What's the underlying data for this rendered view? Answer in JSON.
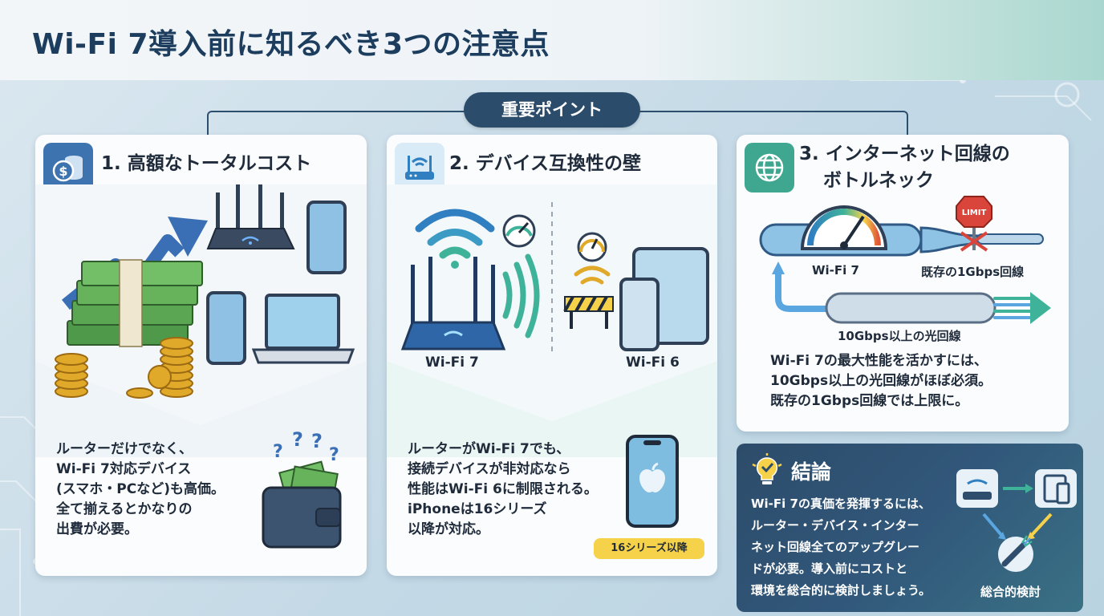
{
  "header": {
    "title": "Wi-Fi 7導入前に知るべき3つの注意点"
  },
  "key_point": {
    "label": "重要ポイント"
  },
  "cards": [
    {
      "title": "1. 高額なトータルコスト",
      "icon": "coin-stack-dollar-icon",
      "body_lines": [
        "ルーターだけでなく、",
        "Wi-Fi 7対応デバイス",
        "(スマホ・PCなど)も高価。",
        "全て揃えるとかなりの",
        "出費が必要。"
      ]
    },
    {
      "title": "2. デバイス互換性の壁",
      "icon": "router-icon",
      "left_label": "Wi-Fi 7",
      "right_label": "Wi-Fi 6",
      "body_lines": [
        "ルーターがWi-Fi 7でも、",
        "接続デバイスが非対応なら",
        "性能はWi-Fi 6に制限される。",
        "iPhoneは16シリーズ",
        "以降が対応。"
      ],
      "badge": "16シリーズ以降"
    },
    {
      "title_lines": [
        "3. インターネット回線の",
        "ボトルネック"
      ],
      "icon": "globe-icon",
      "wifi7_label": "Wi-Fi 7",
      "existing_label": "既存の1Gbps回線",
      "fiber_label": "10Gbps以上の光回線",
      "limit_sign": "LIMIT",
      "body_lines": [
        "Wi-Fi 7の最大性能を活かすには、",
        "10Gbps以上の光回線がほぼ必須。",
        "既存の1Gbps回線では上限に。"
      ]
    }
  ],
  "conclusion": {
    "title": "結論",
    "icon": "lightbulb-check-icon",
    "body_lines": [
      "Wi-Fi 7の真価を発揮するには、",
      "ルーター・デバイス・インター",
      "ネット回線全てのアップグレー",
      "ドが必要。導入前にコストと",
      "環境を総合的に検討しましょう。"
    ],
    "diagram_label": "総合的検討"
  },
  "colors": {
    "navy": "#1c3d5e",
    "pill": "#2b4d6b",
    "accent_blue": "#2f7fc1",
    "accent_teal": "#3fb39a",
    "badge_yellow": "#f6d24a",
    "money_green": "#4f9a4a",
    "gold": "#e0a92a"
  }
}
